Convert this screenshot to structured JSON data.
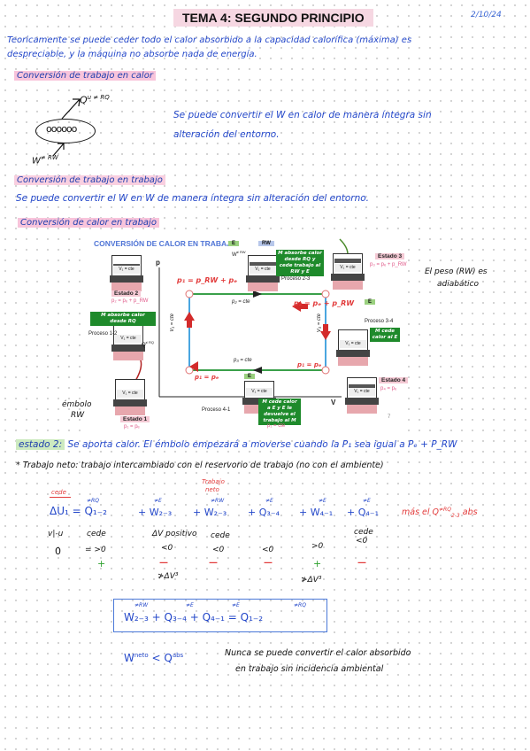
{
  "header": {
    "title": "TEMA 4: SEGUNDO PRINCIPIO",
    "date": "2/10/24"
  },
  "intro": {
    "line1": "Teoricamente se puede ceder todo el calor absorbido a la capacidad calorífica (máxima) es",
    "line2": "despreciable, y la máquina no absorbe nada de energía."
  },
  "section1": {
    "heading": "Conversión de trabajo en calor",
    "q_label": "Q",
    "q_sup": "u ≠ RQ",
    "w_label": "W",
    "w_sup": "≠ RW",
    "coil": "oooooo",
    "text1": "Se puede convertir el W en calor de manera íntegra sin",
    "text2": "alteración del entorno."
  },
  "section2": {
    "heading": "Conversión de trabajo en trabajo",
    "text": "Se puede convertir el W en W de manera íntegra sin alteración del entorno."
  },
  "section3": {
    "heading": "Conversión de calor en trabajo",
    "side_note1": "El peso (RW) es",
    "side_note2": "adiabático",
    "embolo1": "émbolo",
    "embolo2": "RW"
  },
  "diagram": {
    "title": "CONVERSIÓN DE CALOR EN TRABAJO",
    "axis_p": "p",
    "axis_v": "V",
    "tag_e": "E",
    "tag_rw": "RW",
    "w_label_top": "W",
    "w_sup_top": "≠ RW",
    "q_label_top": "Q",
    "q_sup_top": "≠ E",
    "note_23": "M absorbe calor desde RQ y cede trabajo al RW y E",
    "proceso23": "Proceso 2-3",
    "estado2": "Estado 2",
    "estado2_eq": "p₂ = pₑ + p_RW",
    "estado3": "Estado 3",
    "estado3_eq": "p₃ = pₑ + p_RW",
    "p1_eq": "p₁ = p_RW + pₑ",
    "p2_cte": "p₂ = cte",
    "p3_eq": "p₂ = pₑ + p_RW",
    "v1_cte": "V₁ = cte",
    "v3_cte": "V₃ = cte",
    "proceso34": "Proceso 3-4",
    "note_34": "M cede calor al E",
    "note_12": "M absorbe calor desde RQ",
    "proceso12": "Proceso 1-2",
    "q_sup_12": "≠ RQ",
    "p3_cte": "p₃ = cte",
    "p1_pe": "p₁ = pₑ",
    "p4_pe": "p₁ = pₑ",
    "estado4": "Estado 4",
    "estado4_eq": "p₄ = pₑ",
    "estado1": "Estado 1",
    "estado1_eq": "p₁ = pₑ",
    "proceso41": "Proceso 4-1",
    "note_41": "M cede calor a E y E le devuelve el trabajo al M",
    "footer_eq": "p₁ = cte",
    "footer_num": "7",
    "cyl_gas": "V₁ = cte"
  },
  "estado2_note": {
    "label": "estado 2:",
    "text": "Se aporta calor. El émbolo empezará a moverse cuando la P₁ sea igual a Pₑ + P_RW"
  },
  "trabajo_neto": {
    "text": "* Trabajo neto: trabajo intercambiado con el reservorio de trabajo (no con el ambiente)"
  },
  "equation": {
    "above_cede": "cede",
    "above_trabajo": "Trabajo",
    "above_neto": "neto",
    "lhs": "ΔU₁ = Q₁₋₂",
    "t2": "+ W₂₋₃",
    "t3": "+ W₂₋₃",
    "t4": "+ Q₃₋₄",
    "t5": "+ W₄₋₁",
    "t6": "+ Q₄₋₁",
    "s1": "≠RQ",
    "s2": "≠E",
    "s3": "≠RW",
    "s4": "≠E",
    "s5": "≠E",
    "s6": "≠E",
    "mas": "más el Q",
    "mas_sup": "≠RQ",
    "mas_sub": "2-3",
    "mas_abs": "abs"
  },
  "signs": {
    "c1": "v|-u",
    "c2": "cede",
    "c3": "ΔV positivo",
    "c4": "cede",
    "c6": "cede",
    "r1": "0",
    "r2": "= >0",
    "r3": "<0",
    "r4": "<0",
    "r5": ">0",
    "r6": "<0",
    "plus1": "+",
    "plus5": "+",
    "minus3": "—",
    "minus4": "—",
    "minus6": "—",
    "note1": "≯ΔV³",
    "note2": "≯ΔV³"
  },
  "boxed": {
    "eq": "W₂₋₃ + Q₃₋₄ + Q₄₋₁ = Q₁₋₂",
    "s1": "≠RW",
    "s2": "≠E",
    "s3": "≠E",
    "s4": "≠RQ"
  },
  "conclusion": {
    "lhs": "W",
    "lhs_sup": "neto",
    "lt": "< Q",
    "rhs_sup": "abs",
    "text1": "Nunca se puede convertir el calor absorbido",
    "text2": "en trabajo sin incidencia ambiental"
  }
}
